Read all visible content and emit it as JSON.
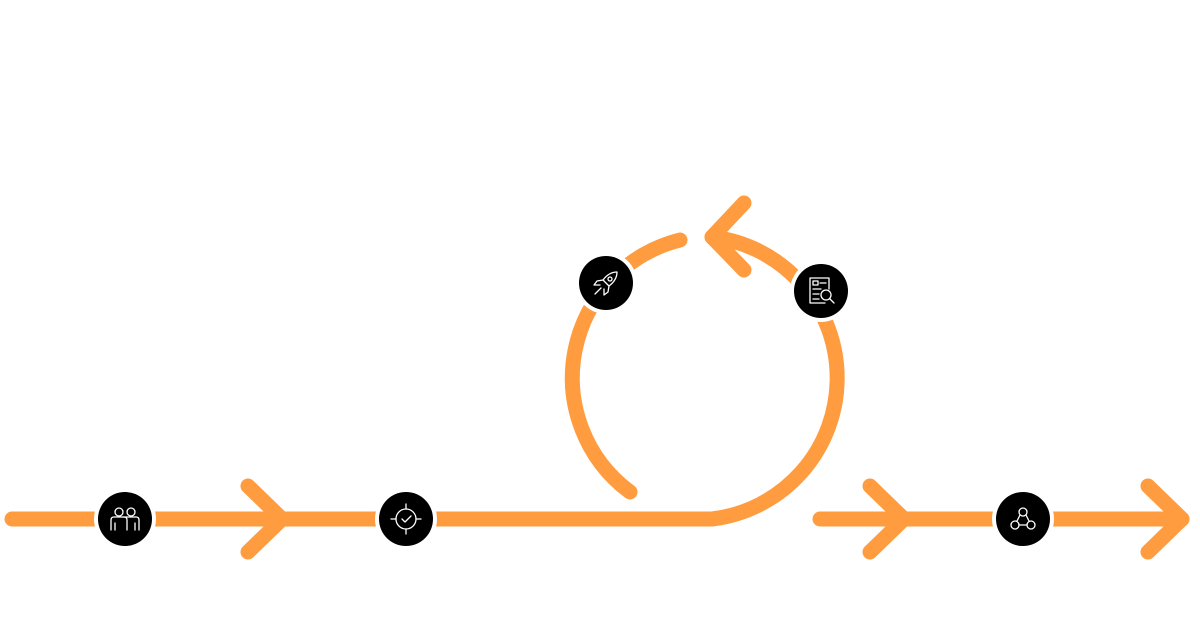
{
  "colors": {
    "path": "#FF9C3F",
    "node_fill": "#000000",
    "node_ring": "#FFFFFF",
    "icon_stroke": "#FFFFFF",
    "background": "#FFFFFF"
  },
  "diagram": {
    "type": "process-flow-with-loop",
    "direction": "left-to-right",
    "loop_direction": "counter-clockwise",
    "arrowheads": [
      "right",
      "left",
      "right",
      "right"
    ],
    "nodes": [
      {
        "id": "team",
        "icon": "people-icon"
      },
      {
        "id": "target",
        "icon": "target-check-icon"
      },
      {
        "id": "launch",
        "icon": "rocket-icon"
      },
      {
        "id": "review",
        "icon": "document-search-icon"
      },
      {
        "id": "network",
        "icon": "network-icon"
      }
    ]
  }
}
